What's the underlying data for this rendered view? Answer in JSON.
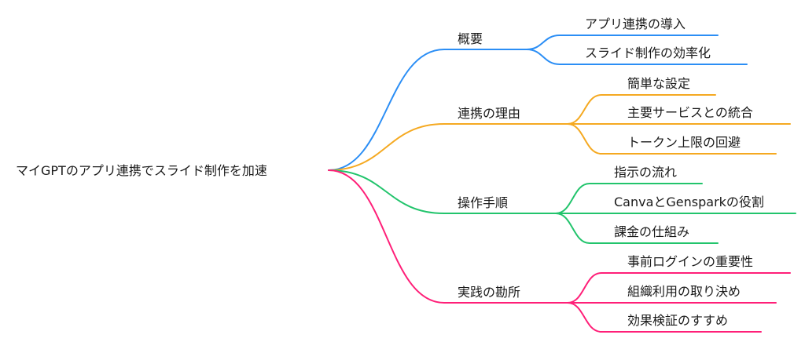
{
  "root": {
    "label": "マイGPTのアプリ連携でスライド制作を加速"
  },
  "branches": [
    {
      "label": "概要",
      "color": "#2b8ef5",
      "children": [
        "アプリ連携の導入",
        "スライド制作の効率化"
      ]
    },
    {
      "label": "連携の理由",
      "color": "#f5a921",
      "children": [
        "簡単な設定",
        "主要サービスとの統合",
        "トークン上限の回避"
      ]
    },
    {
      "label": "操作手順",
      "color": "#22c46c",
      "children": [
        "指示の流れ",
        "CanvaとGensparkの役割",
        "課金の仕組み"
      ]
    },
    {
      "label": "実践の勘所",
      "color": "#ff1f78",
      "children": [
        "事前ログインの重要性",
        "組織利用の取り決め",
        "効果検証のすすめ"
      ]
    }
  ]
}
